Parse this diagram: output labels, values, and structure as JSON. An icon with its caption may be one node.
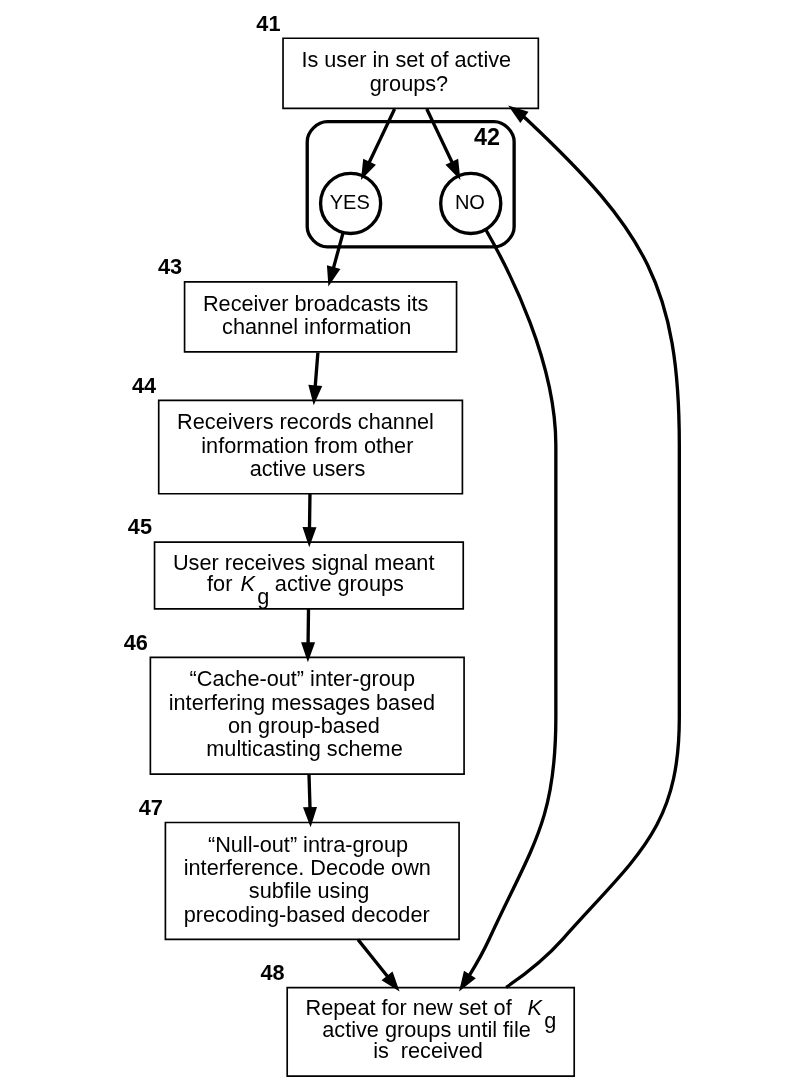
{
  "diagram": {
    "nodes": [
      {
        "text": [
          "Is user in set of active groups?"
        ],
        "beside": [
          "41"
        ]
      },
      {
        "text": [],
        "shape": "ellipse",
        "beside": [
          "42"
        ]
      },
      {
        "text": [
          "YES"
        ],
        "in": 1
      },
      {
        "text": [
          "NO"
        ],
        "in": 1
      },
      {
        "text": [
          "Receiver broadcasts its channel information"
        ],
        "beside": [
          "43"
        ]
      },
      {
        "text": [
          "Receivers records channel information from other active users"
        ],
        "beside": [
          "44"
        ]
      },
      {
        "text": [
          "User receives signal meant for *K*$_{g}$ active groups"
        ],
        "beside": [
          "45"
        ]
      },
      {
        "text": [
          "“Cache-out” inter-group interfering messages based on group-based multicasting scheme"
        ],
        "beside": [
          "46"
        ]
      },
      {
        "text": [
          "“Null-out” intra-group interference. Decode own subfile using precoding-based decoder"
        ],
        "beside": [
          "47"
        ]
      },
      {
        "text": [
          "Repeat for new set of *K*$_{g}$ active groups until file is  received"
        ],
        "beside": [
          "48"
        ]
      }
    ],
    "edges": [
      {
        "from": 0,
        "to": 2,
        "arrow": "to"
      },
      {
        "from": 0,
        "to": 3,
        "arrow": "to"
      },
      {
        "from": 2,
        "to": 4,
        "arrow": "to"
      },
      {
        "from": 4,
        "to": 5,
        "arrow": "to"
      },
      {
        "from": 5,
        "to": 6,
        "arrow": "to"
      },
      {
        "from": 6,
        "to": 7,
        "arrow": "to"
      },
      {
        "from": 7,
        "to": 8,
        "arrow": "to"
      },
      {
        "from": 8,
        "to": 9,
        "arrow": "to"
      },
      {
        "from": 3,
        "to": 9,
        "arrow": "to"
      },
      {
        "from": 9,
        "to": 0,
        "arrow": "to"
      }
    ]
  }
}
